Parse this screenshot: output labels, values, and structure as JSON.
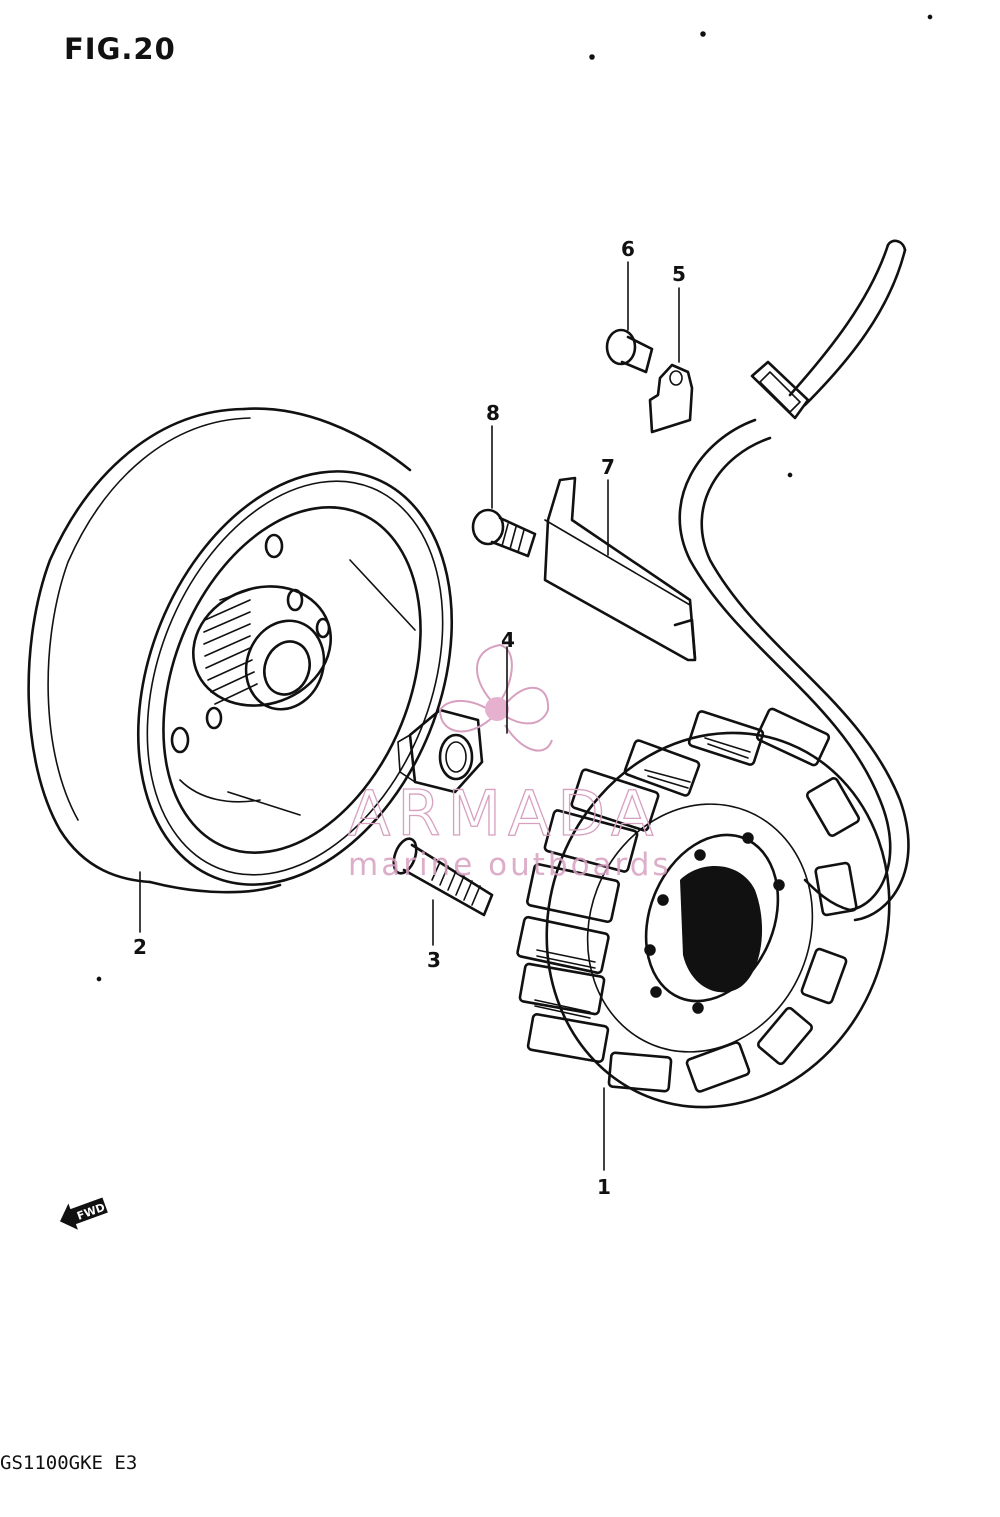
{
  "figure": {
    "title": "FIG.20",
    "model_code": "GS1100GKE  E3",
    "direction_mark": "FWD"
  },
  "callouts": [
    {
      "number": "1",
      "part": "stator"
    },
    {
      "number": "2",
      "part": "rotor"
    },
    {
      "number": "3",
      "part": "bolt"
    },
    {
      "number": "4",
      "part": "nut"
    },
    {
      "number": "5",
      "part": "clamp"
    },
    {
      "number": "6",
      "part": "screw"
    },
    {
      "number": "7",
      "part": "cover plate"
    },
    {
      "number": "8",
      "part": "screw"
    }
  ],
  "watermark": {
    "brand": "ARMADA",
    "tagline": "marine outboards",
    "color": "#d8a0c0"
  },
  "icons": [
    "propeller-logo-icon",
    "forward-arrow-icon"
  ]
}
